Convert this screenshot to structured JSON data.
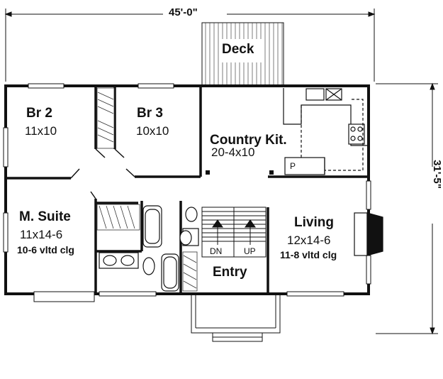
{
  "plan": {
    "overall_width": "45'-0\"",
    "overall_depth": "31'-5\"",
    "rooms": {
      "deck": {
        "name": "Deck"
      },
      "br2": {
        "name": "Br 2",
        "size": "11x10"
      },
      "br3": {
        "name": "Br 3",
        "size": "10x10"
      },
      "kitchen": {
        "name": "Country Kit.",
        "size": "20-4x10"
      },
      "suite": {
        "name": "M. Suite",
        "size": "11x14-6",
        "note": "10-6 vltd clg"
      },
      "living": {
        "name": "Living",
        "size": "12x14-6",
        "note": "11-8 vltd clg"
      },
      "entry": {
        "name": "Entry"
      }
    },
    "stairs": {
      "down": "DN",
      "up": "UP"
    },
    "pantry": "P"
  }
}
